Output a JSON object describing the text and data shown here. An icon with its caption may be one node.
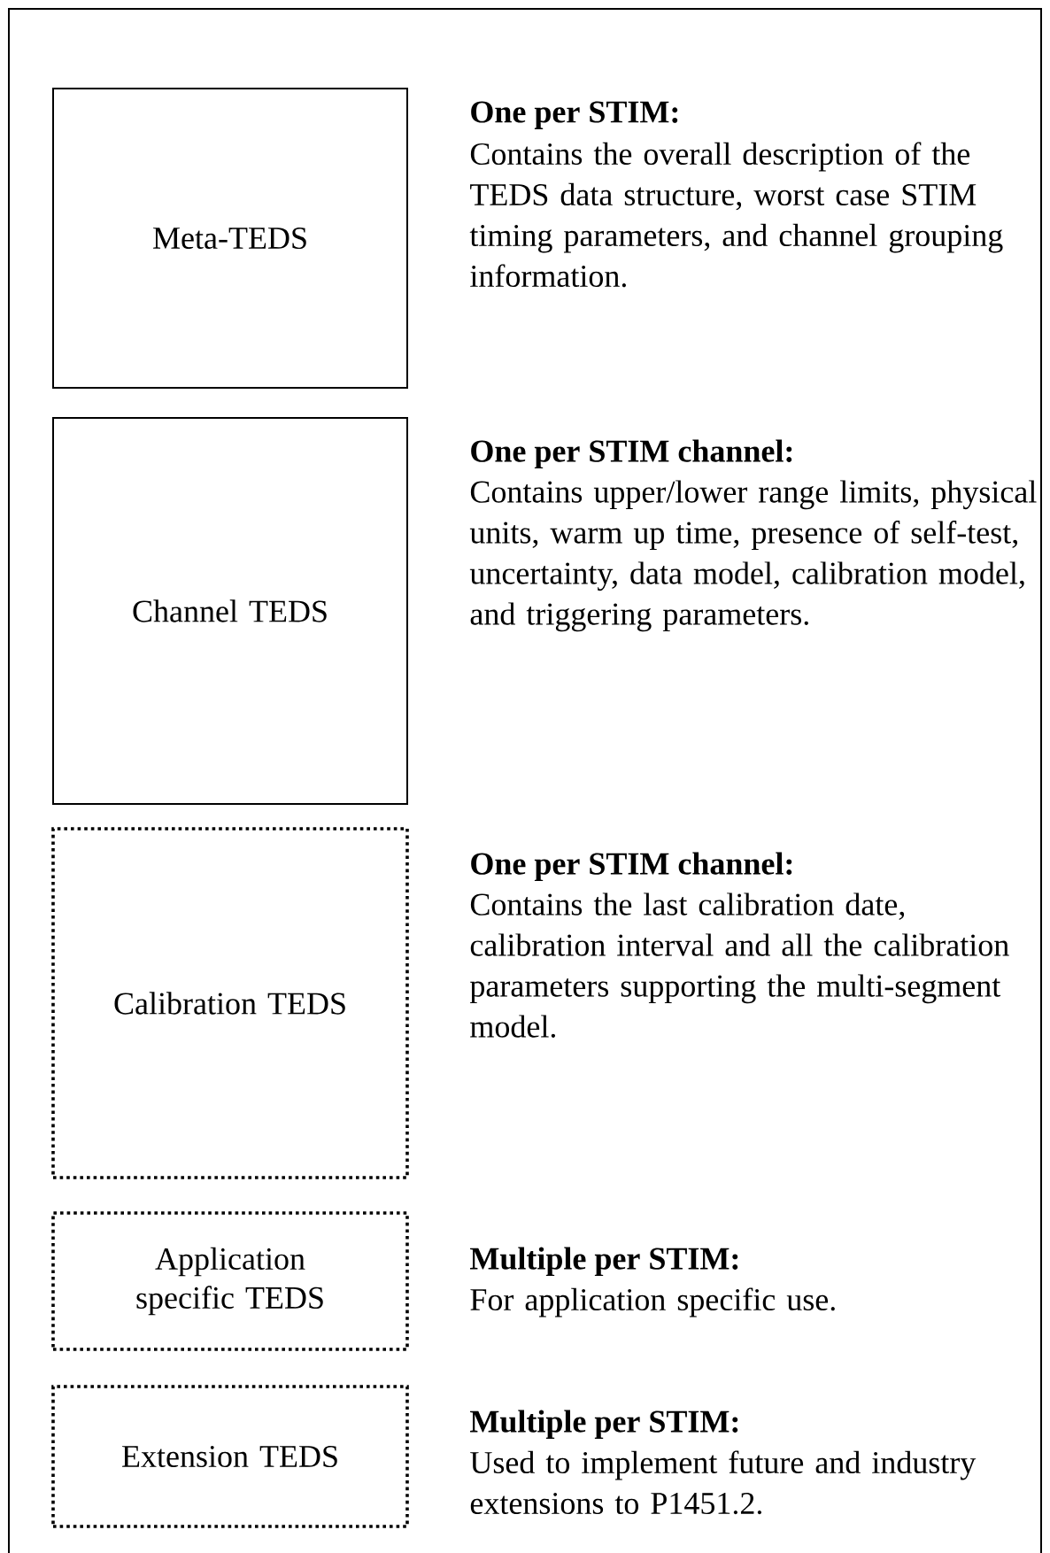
{
  "diagram": {
    "nodes": [
      {
        "text": [
          "Meta-TEDS"
        ],
        "beside": [
          "One per STIM:",
          "Contains the overall description of the TEDS data structure, worst case STIM timing parameters, and channel grouping information."
        ]
      },
      {
        "text": [
          "Channel TEDS"
        ],
        "beside": [
          "One per STIM channel:",
          "Contains upper/lower range limits, physical units, warm up time, presence of self-test, uncertainty, data model, calibration model, and triggering parameters."
        ]
      },
      {
        "text": [
          "Calibration TEDS"
        ],
        "beside": [
          "One per STIM channel:",
          "Contains the last calibration date, calibration interval and all the calibration parameters supporting the multi-segment model."
        ]
      },
      {
        "text": [
          "Application specific TEDS"
        ],
        "beside": [
          "Multiple per STIM:",
          "For application specific use."
        ]
      },
      {
        "text": [
          "Extension TEDS"
        ],
        "beside": [
          "Multiple per STIM:",
          "Used to implement future and industry extensions to P1451.2."
        ]
      }
    ]
  }
}
